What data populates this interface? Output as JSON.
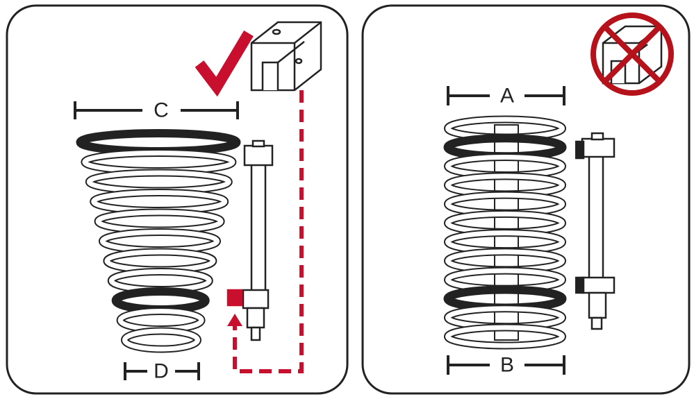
{
  "left_panel": {
    "top_dimension_label": "C",
    "bottom_dimension_label": "D",
    "status": "correct",
    "check_color": "#c8102e"
  },
  "right_panel": {
    "top_dimension_label": "A",
    "bottom_dimension_label": "B",
    "status": "prohibited",
    "prohibit_color": "#b5121b"
  }
}
